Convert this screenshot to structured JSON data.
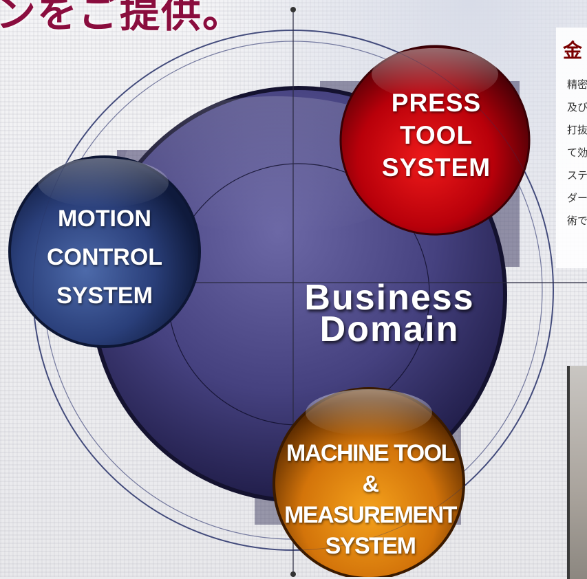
{
  "heading": {
    "text": "ンをご提供。"
  },
  "side": {
    "title": "金",
    "lines": [
      "精密",
      "及び",
      "打抜",
      "て効",
      "ステ",
      "ダー",
      "術で"
    ]
  },
  "diagram": {
    "center": {
      "line1": "Business",
      "line2": "Domain"
    },
    "press": {
      "line1": "PRESS",
      "line2": "TOOL",
      "line3": "SYSTEM"
    },
    "motion": {
      "line1": "MOTION",
      "line2": "CONTROL",
      "line3": "SYSTEM"
    },
    "machine": {
      "line1": "MACHINE TOOL",
      "line2": "&",
      "line3": "MEASUREMENT",
      "line4": "SYSTEM"
    }
  },
  "colors": {
    "heading": "#8a0d3e",
    "center_circle": "#3e3a78",
    "press_circle": "#c4000c",
    "motion_circle": "#2a3f7a",
    "machine_circle": "#e2870c",
    "side_title": "#7a0000"
  }
}
